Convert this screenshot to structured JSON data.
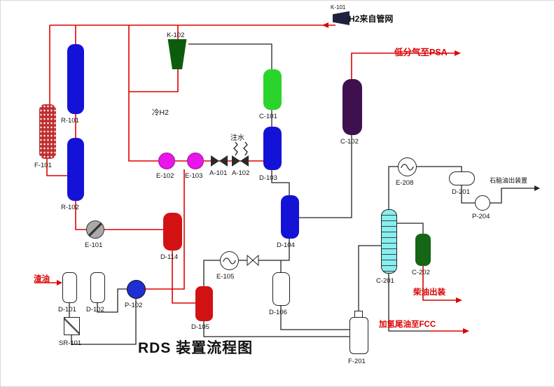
{
  "title": "RDS 装置流程图",
  "streams": {
    "h2_supply": "H2来自管网",
    "cold_h2": "冷H2",
    "water_injection": "注水",
    "low_gas_psa": "低分气至PSA",
    "residue_feed": "渣油",
    "naphtha_out": "石脑油出装置",
    "diesel_out": "柴油出装",
    "tail_oil_fcc": "加氢尾油至FCC"
  },
  "equipment": {
    "k101": {
      "label": "K-101"
    },
    "k102": {
      "label": "K-102"
    },
    "r101": {
      "label": "R-101"
    },
    "r102": {
      "label": "R-102"
    },
    "f101": {
      "label": "F-101"
    },
    "e101": {
      "label": "E-101"
    },
    "e102": {
      "label": "E-102"
    },
    "e103": {
      "label": "E-103"
    },
    "a101": {
      "label": "A-101"
    },
    "a102": {
      "label": "A-102"
    },
    "c101": {
      "label": "C-101"
    },
    "c102": {
      "label": "C-102"
    },
    "d103": {
      "label": "D-103"
    },
    "d104": {
      "label": "D-104"
    },
    "d114": {
      "label": "D-114"
    },
    "d101": {
      "label": "D-101"
    },
    "d102": {
      "label": "D-102"
    },
    "p102": {
      "label": "P-102"
    },
    "sr101": {
      "label": "SR-101"
    },
    "d105": {
      "label": "D-105"
    },
    "e105": {
      "label": "E-105"
    },
    "d106": {
      "label": "D-106"
    },
    "f201": {
      "label": "F-201"
    },
    "c201": {
      "label": "C-201"
    },
    "c202": {
      "label": "C-202"
    },
    "e208": {
      "label": "E-208"
    },
    "d201": {
      "label": "D-201"
    },
    "p204": {
      "label": "P-204"
    }
  },
  "colors": {
    "process_line_red": "#dd0000",
    "process_line_black": "#222222",
    "vessel_blue": "#1512d8",
    "vessel_green": "#2bd42b",
    "vessel_purple": "#3f1050",
    "vessel_red": "#d21212",
    "column_cyan": "#86efef",
    "vessel_dark_green": "#156615",
    "exchanger_magenta": "#e816e8",
    "compressor_green": "#0d5c0d"
  }
}
